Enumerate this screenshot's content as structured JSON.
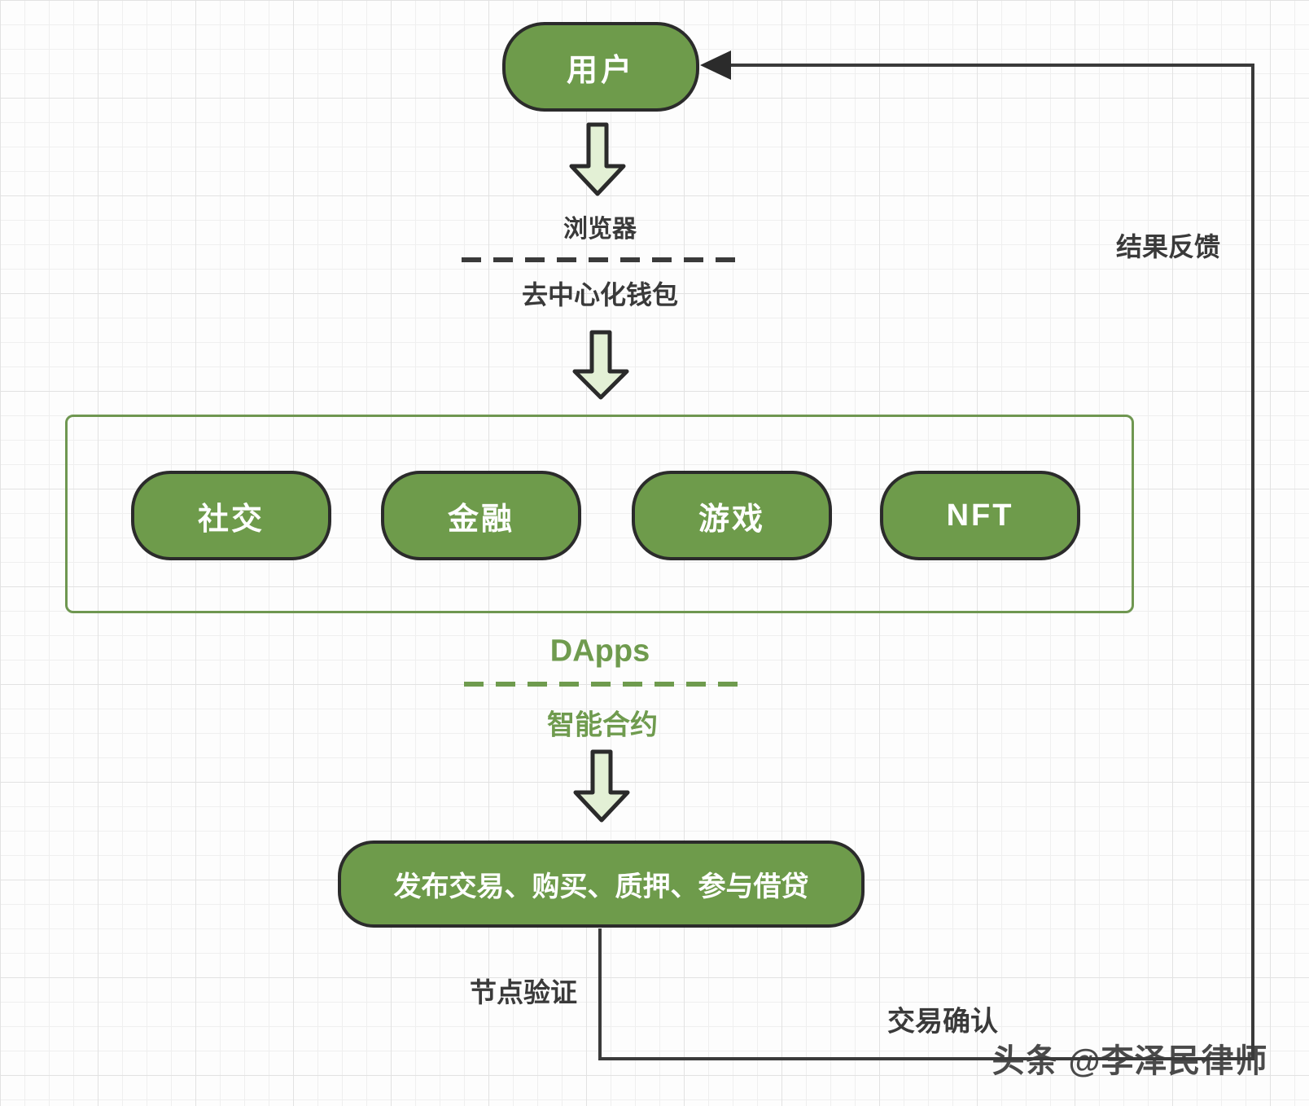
{
  "diagram": {
    "nodes": {
      "user_label": "用户",
      "browser_label": "浏览器",
      "wallet_label": "去中心化钱包",
      "dapp_categories": [
        {
          "label": "社交"
        },
        {
          "label": "金融"
        },
        {
          "label": "游戏"
        },
        {
          "label": "NFT"
        }
      ],
      "dapps_label": "DApps",
      "smart_contract_label": "智能合约",
      "action_label": "发布交易、购买、质押、参与借贷"
    },
    "edge_labels": {
      "node_verification": "节点验证",
      "transaction_confirmation": "交易确认",
      "result_feedback": "结果反馈"
    },
    "watermark": "头条 @李泽民律师",
    "colors": {
      "node_fill": "#6e9b4b",
      "node_border": "#2b2b2b",
      "block_arrow_fill": "#e3f0d5",
      "container_border": "#6f9751",
      "green_text": "#6f9b4e",
      "dark_text": "#3a3a3a"
    }
  }
}
